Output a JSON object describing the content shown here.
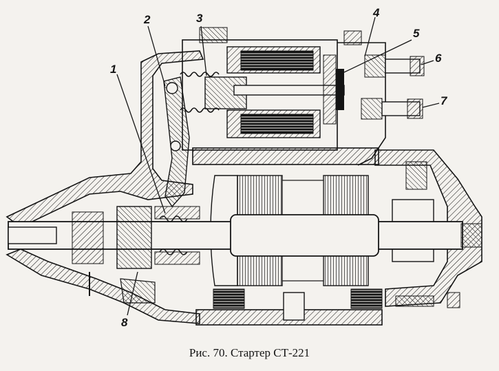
{
  "figure": {
    "caption": "Рис. 70. Стартер СТ-221",
    "callouts": {
      "c1": "1",
      "c2": "2",
      "c3": "3",
      "c4": "4",
      "c5": "5",
      "c6": "6",
      "c7": "7",
      "c8": "8"
    }
  },
  "colors": {
    "ink": "#141414",
    "paper": "#f4f2ee"
  }
}
